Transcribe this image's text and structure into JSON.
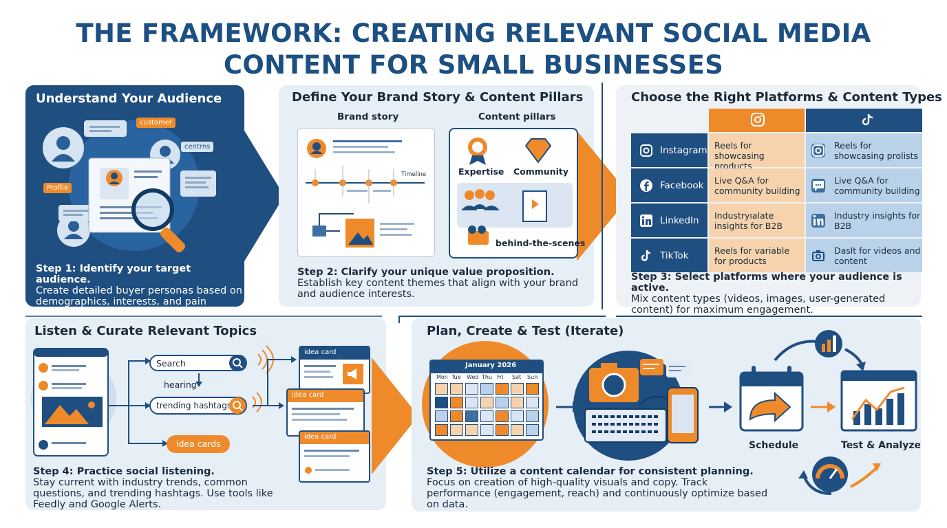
{
  "title": {
    "line1": "THE FRAMEWORK: CREATING RELEVANT SOCIAL MEDIA",
    "line2": "CONTENT FOR SMALL BUSINESSES"
  },
  "panel1": {
    "title": "Understand Your Audience",
    "bubbles": {
      "customer": "customer",
      "centrns": "centrns",
      "profile": "Profile"
    },
    "step_heading": "Step 1: Identify your target audience.",
    "step_text": "Create detailed buyer personas based on demographics, interests, and pain points."
  },
  "panel2": {
    "title": "Define Your Brand Story & Content Pillars",
    "brand_story": "Brand story",
    "content_pillars": "Content pillars",
    "timeline": "Timeline",
    "pillars": [
      "Expertise",
      "Community",
      "behind-the-scenes"
    ],
    "step_heading": "Step 2: Clarify your unique value proposition.",
    "step_text": "Establish key content themes that align with your brand and audience interests."
  },
  "panel3": {
    "title": "Choose the Right Platforms & Content Types",
    "rows": [
      {
        "platform": "Instagram",
        "col1": "Reels for showcasing products",
        "col2": "Reels for showcasing prolists"
      },
      {
        "platform": "Facebook",
        "col1": "Live Q&A for community building",
        "col2": "Live Q&A for community building"
      },
      {
        "platform": "LinkedIn",
        "col1": "Industryıalate insights for B2B",
        "col2": "Industry insights for B2B"
      },
      {
        "platform": "TikTok",
        "col1": "Reels for variable for products",
        "col2": "Daslt for videos and content"
      }
    ],
    "step_heading": "Step 3: Select platforms where your audience is active.",
    "step_text": "Mix content types (videos, images, user-generated content) for maximum engagement."
  },
  "panel4": {
    "title": "Listen & Curate Relevant Topics",
    "search": "Search",
    "hearing": "hearing",
    "trending": "trending hashtags",
    "idea_cards": "idea cards",
    "card_label": "idea card",
    "card_label2": "idea card",
    "card_label3": "idea card",
    "step_heading": "Step 4: Practice social listening.",
    "step_text": "Stay current with industry trends, common questions, and trending hashtags. Use tools like Feedly and Google Alerts."
  },
  "panel5": {
    "title": "Plan, Create & Test (Iterate)",
    "calendar_title": "January 2026",
    "days": [
      "Mon",
      "Tue",
      "Wed",
      "Thu",
      "Fri",
      "Sat",
      "Sun"
    ],
    "schedule": "Schedule",
    "test": "Test & Analyze",
    "step_heading": "Step 5: Utilize a content calendar for consistent planning.",
    "step_text": "Focus on creation of high-quality visuals and copy. Track performance (engagement, reach) and continuously optimize based on data."
  },
  "colors": {
    "navy": "#1c4f82",
    "orange": "#ef8a2b",
    "lightblue": "#e3ecf5",
    "dark": "#1b2a3a"
  }
}
